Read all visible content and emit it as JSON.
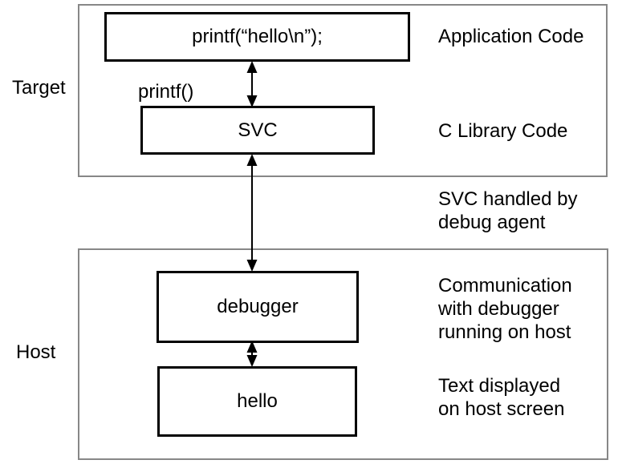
{
  "diagram": {
    "title_semantic": "semihosting debug flow diagram",
    "sections": {
      "target_label": "Target",
      "host_label": "Host"
    },
    "boxes": {
      "app_code": "printf(“hello\\n”);",
      "svc": "SVC",
      "debugger": "debugger",
      "hello": "hello"
    },
    "labels": {
      "printf_fn": "printf()"
    },
    "annotations": {
      "application_code": "Application Code",
      "c_library_code": "C Library Code",
      "svc_handled": "SVC handled by\ndebug agent",
      "communication": "Communication\nwith debugger\nrunning on host",
      "text_displayed": "Text displayed\non host screen"
    },
    "colors": {
      "outer_border": "#878787",
      "inner_border": "#000000",
      "text": "#000000",
      "background": "#ffffff"
    }
  }
}
